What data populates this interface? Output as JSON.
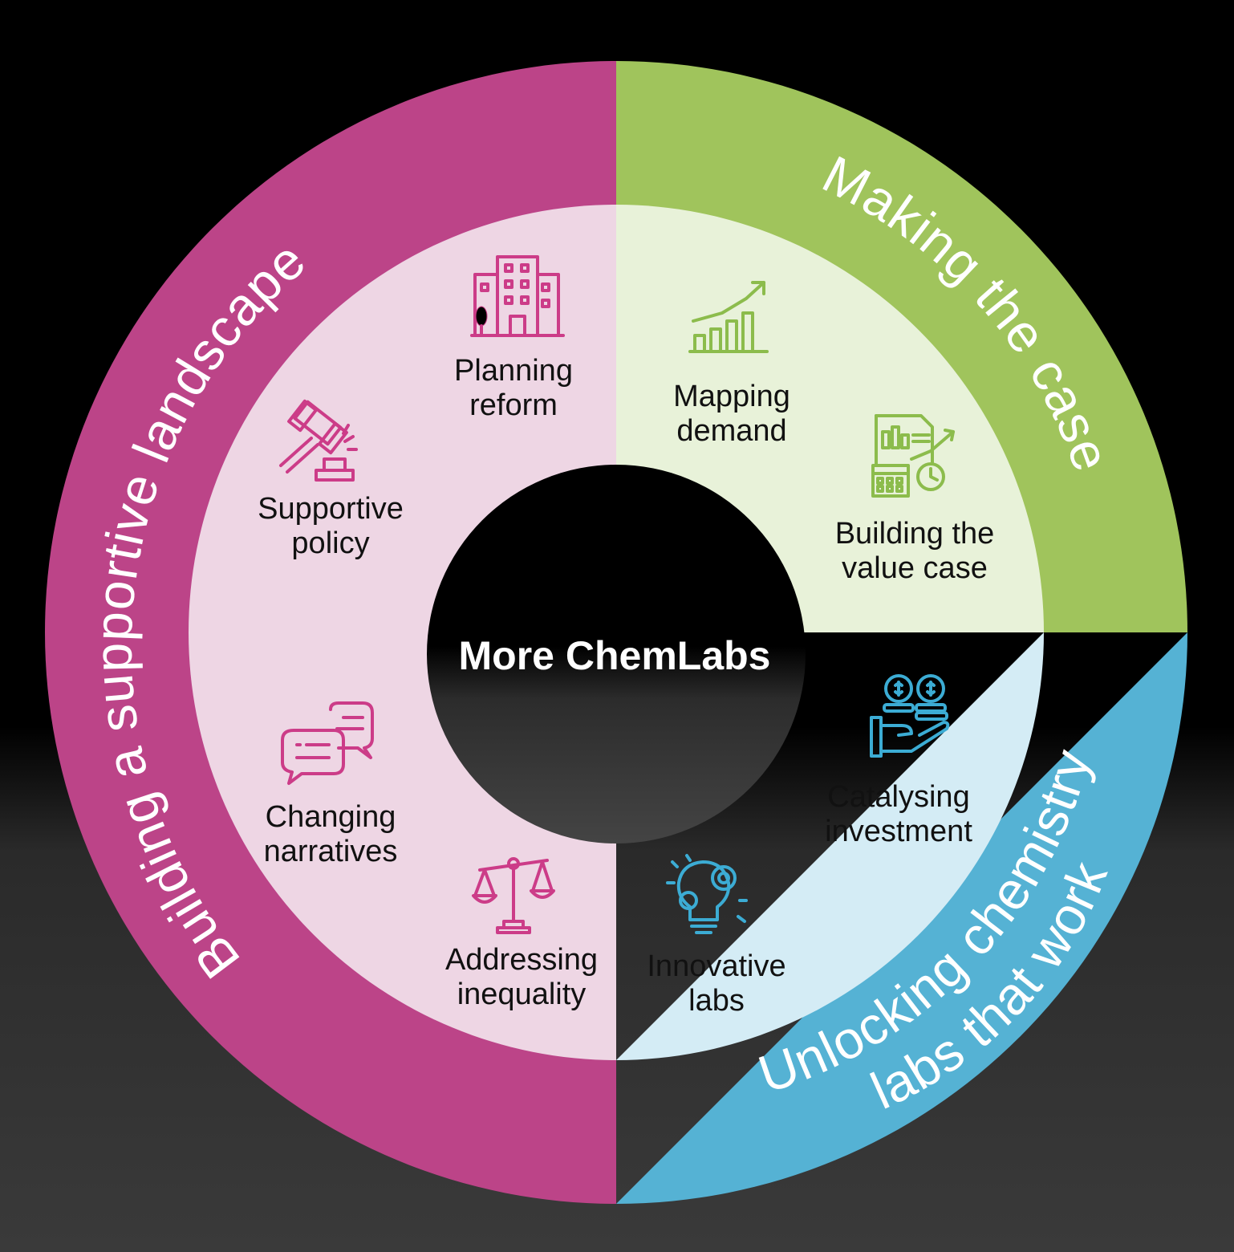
{
  "center": {
    "title": "More ChemLabs"
  },
  "colors": {
    "pink": "#bc4488",
    "pink_light": "#eed6e4",
    "green": "#a0c45c",
    "green_light": "#e8f2d9",
    "blue": "#55b2d4",
    "blue_light": "#d4ecf5",
    "pink_icon": "#cc3c88",
    "green_icon": "#8cbc4c",
    "blue_icon": "#3cacd4"
  },
  "sections": [
    {
      "id": "supportive",
      "title": "Building a supportive landscape",
      "items": [
        {
          "icon": "buildings-icon",
          "lines": [
            "Planning",
            "reform"
          ]
        },
        {
          "icon": "gavel-icon",
          "lines": [
            "Supportive",
            "policy"
          ]
        },
        {
          "icon": "speech-bubbles-icon",
          "lines": [
            "Changing",
            "narratives"
          ]
        },
        {
          "icon": "scales-icon",
          "lines": [
            "Addressing",
            "inequality"
          ]
        }
      ]
    },
    {
      "id": "case",
      "title": "Making the case",
      "items": [
        {
          "icon": "growth-chart-icon",
          "lines": [
            "Mapping",
            "demand"
          ]
        },
        {
          "icon": "report-calendar-icon",
          "lines": [
            "Building the",
            "value case"
          ]
        }
      ]
    },
    {
      "id": "unlocking",
      "title_lines": [
        "Unlocking chemistry",
        "labs that work"
      ],
      "items": [
        {
          "icon": "coins-hand-icon",
          "lines": [
            "Catalysing",
            "investment"
          ]
        },
        {
          "icon": "lightbulb-gear-icon",
          "lines": [
            "Innovative",
            "labs"
          ]
        }
      ]
    }
  ]
}
